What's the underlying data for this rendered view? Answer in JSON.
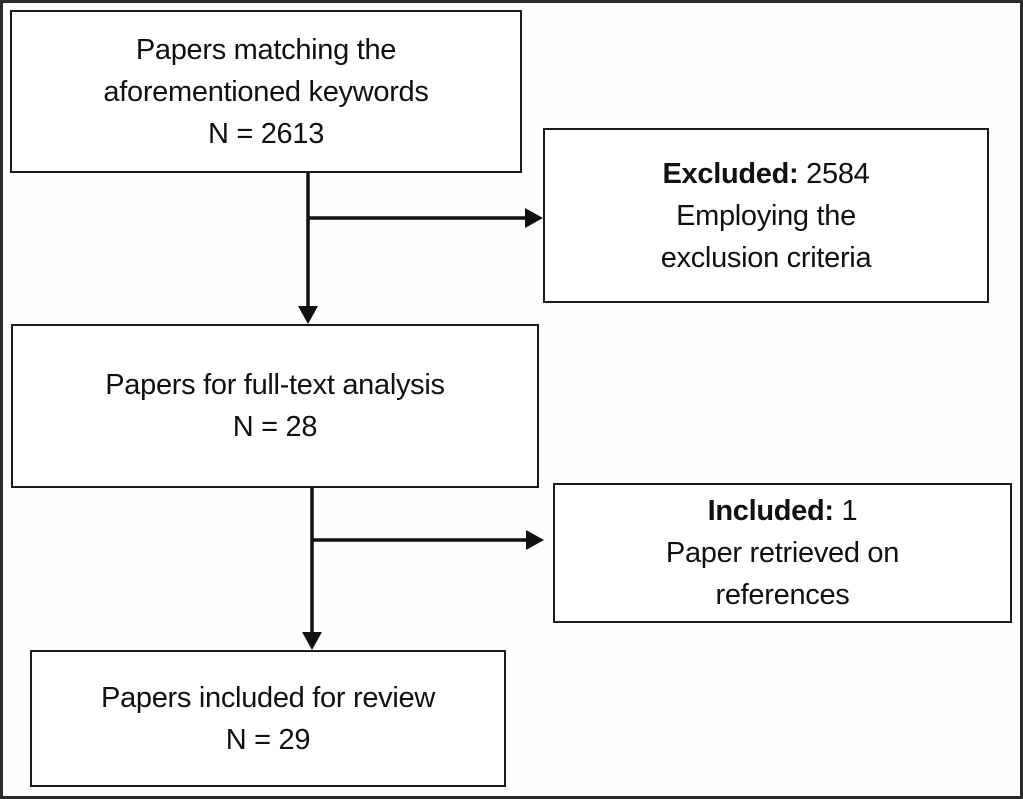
{
  "style": {
    "ink_color": "#111111",
    "background_color": "#ffffff",
    "frame_border_color": "#2b2b2b"
  },
  "flowchart": {
    "boxes": {
      "keywords": {
        "line1": "Papers matching the",
        "line2": "aforementioned keywords",
        "line3": "N = 2613"
      },
      "excluded": {
        "label": "Excluded:",
        "count": "2584",
        "line2": "Employing the",
        "line3": "exclusion criteria"
      },
      "fulltext": {
        "line1": "Papers for full-text analysis",
        "line2": "N = 28"
      },
      "included": {
        "label": "Included:",
        "count": "1",
        "line2": "Paper retrieved on",
        "line3": "references"
      },
      "review": {
        "line1": "Papers included for review",
        "line2": "N = 29"
      }
    }
  }
}
